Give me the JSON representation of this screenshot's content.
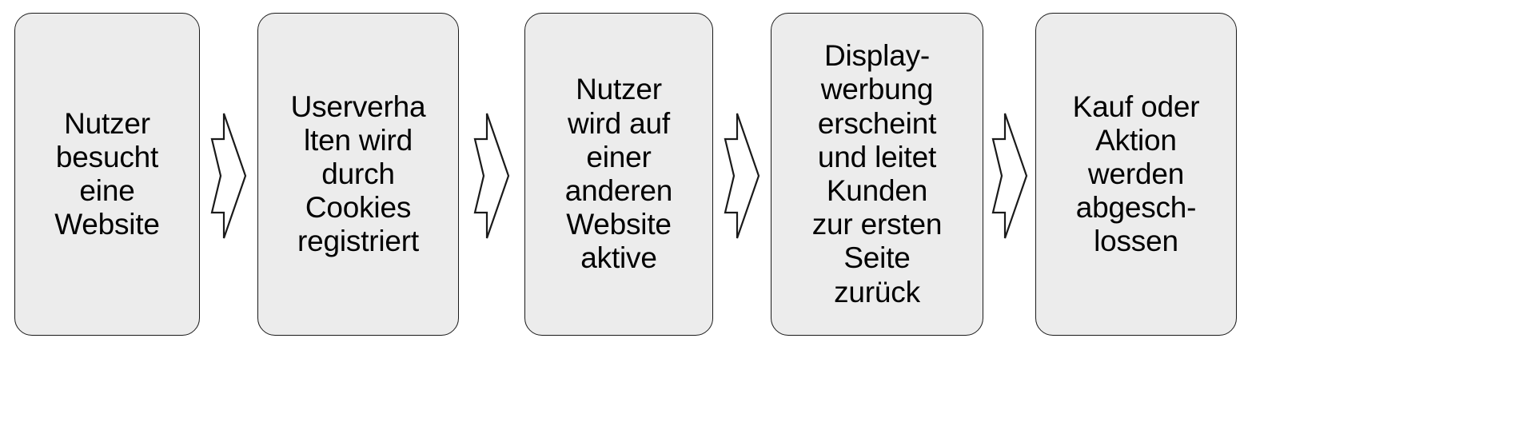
{
  "diagram": {
    "kind": "process-flow",
    "title": "",
    "orientation": "left-to-right",
    "colors": {
      "box_fill": "#ECECEC",
      "box_stroke": "#1A1A1A",
      "arrow_fill": "#FFFFFF",
      "arrow_stroke": "#1A1A1A",
      "text": "#000000",
      "background": "#FFFFFF"
    },
    "steps": [
      {
        "index": 1,
        "text": "Nutzer\nbesucht\neine\nWebsite",
        "lines": [
          "Nutzer",
          "besucht",
          "eine",
          "Website"
        ]
      },
      {
        "index": 2,
        "text": "Userverha\nlten wird\ndurch\nCookies\nregistriert",
        "lines": [
          "Userverha",
          "lten wird",
          "durch",
          "Cookies",
          "registriert"
        ]
      },
      {
        "index": 3,
        "text": "Nutzer\nwird auf\neiner\nanderen\nWebsite\naktive",
        "lines": [
          "Nutzer",
          "wird auf",
          "einer",
          "anderen",
          "Website",
          "aktive"
        ]
      },
      {
        "index": 4,
        "text": "Display-\nwerbung\nerscheint\nund leitet\nKunden\nzur ersten\nSeite\nzurück",
        "lines": [
          "Display-",
          "werbung",
          "erscheint",
          "und leitet",
          "Kunden",
          "zur ersten",
          "Seite",
          "zurück"
        ]
      },
      {
        "index": 5,
        "text": "Kauf oder\nAktion\nwerden\nabgesch-\nlossen",
        "lines": [
          "Kauf oder",
          "Aktion",
          "werden",
          "abgesch-",
          "lossen"
        ]
      }
    ],
    "connectors": [
      {
        "index": 1,
        "icon": "striped-right-arrow-icon",
        "from": 1,
        "to": 2
      },
      {
        "index": 2,
        "icon": "striped-right-arrow-icon",
        "from": 2,
        "to": 3
      },
      {
        "index": 3,
        "icon": "striped-right-arrow-icon",
        "from": 3,
        "to": 4
      },
      {
        "index": 4,
        "icon": "striped-right-arrow-icon",
        "from": 4,
        "to": 5
      }
    ]
  }
}
